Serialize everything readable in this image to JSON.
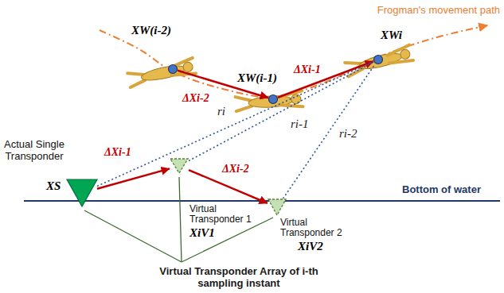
{
  "diagram": {
    "nodes": [
      {
        "text": [
          "XW(i-2)"
        ]
      },
      {
        "text": [
          "XW(i-1)"
        ]
      },
      {
        "text": [
          "XWi"
        ]
      },
      {
        "text": [
          "Actual Single Transponder",
          "XS"
        ]
      },
      {
        "text": [
          "Virtual Transponder 1",
          "XiV1"
        ]
      },
      {
        "text": [
          "Virtual Transponder 2",
          "XiV2"
        ]
      }
    ],
    "edges": [
      {
        "from": 0,
        "to": 1,
        "arrow": "to",
        "label": "ΔXi-2"
      },
      {
        "from": 1,
        "to": 2,
        "arrow": "to",
        "label": "ΔXi-1"
      },
      {
        "from": 3,
        "to": 4,
        "arrow": "to",
        "label": "ΔXi-1"
      },
      {
        "from": 4,
        "to": 5,
        "arrow": "to",
        "label": "ΔXi-2"
      },
      {
        "from": 3,
        "to": 2,
        "arrow": "none",
        "label": "ri"
      },
      {
        "from": 4,
        "to": 2,
        "arrow": "none",
        "label": "ri-1"
      },
      {
        "from": 5,
        "to": 2,
        "arrow": "none",
        "label": "ri-2"
      }
    ],
    "labels": [
      "Frogman's movement path",
      "Bottom of water",
      "Virtual Transponder Array of i-th sampling instant"
    ]
  }
}
